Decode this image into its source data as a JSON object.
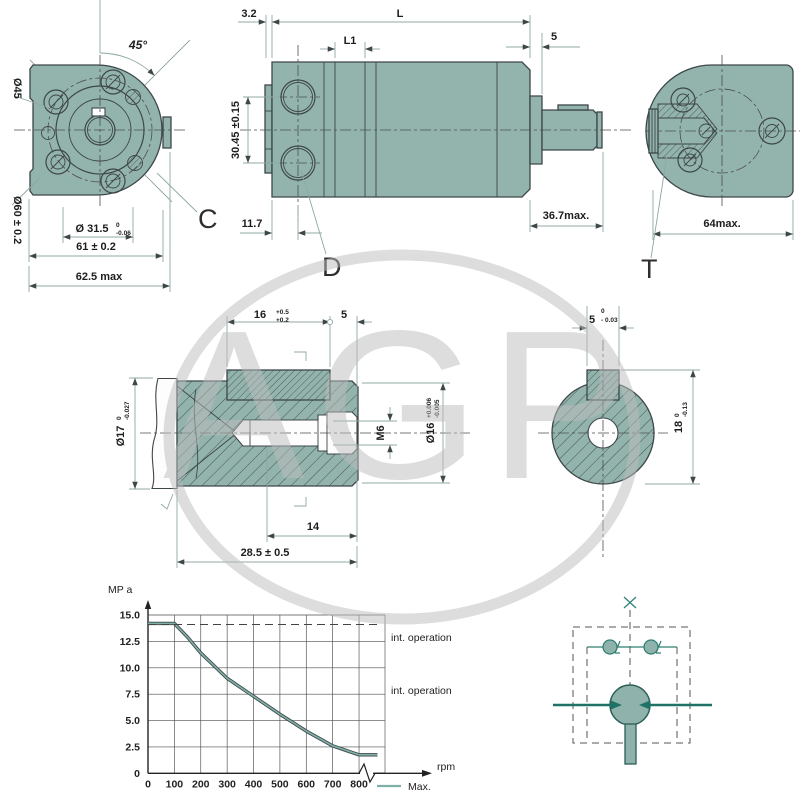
{
  "watermark": {
    "text": "AGP"
  },
  "views": {
    "front": {
      "label": "C",
      "angle": "45°",
      "dia45": "Ø45",
      "dia60": "Ø60 ± 0.2",
      "dia315": "Ø 31.5",
      "dia315_tol_hi": "0",
      "dia315_tol_lo": "-0.06",
      "w61": "61 ± 0.2",
      "w625": "62.5 max"
    },
    "side": {
      "label": "D",
      "t32": "3.2",
      "L": "L",
      "L1": "L1",
      "t5": "5",
      "ports": "30.45 ±0.15",
      "t117": "11.7",
      "t367": "36.7max."
    },
    "rear": {
      "label": "T",
      "w64": "64max."
    },
    "section": {
      "k16": "16",
      "k16_hi": "+0.5",
      "k16_lo": "+0.2",
      "k5": "5",
      "dia17": "Ø17",
      "dia17_hi": "0",
      "dia17_lo": "-0.027",
      "m6": "M6",
      "dia16": "Ø16",
      "dia16_hi": "+0.006",
      "dia16_lo": "-0.005",
      "t14": "14",
      "t285": "28.5 ± 0.5"
    },
    "xsec": {
      "k5": "5",
      "k5_hi": "0",
      "k5_lo": "- 0.03",
      "d18": "18",
      "d18_hi": "0",
      "d18_lo": "-0.13"
    }
  },
  "chart": {
    "ylabel": "MP a",
    "xlabel": "rpm",
    "legend_max": "Max.",
    "annotations": [
      "int. operation",
      "int. operation"
    ]
  },
  "chart_data": {
    "type": "line",
    "title": "",
    "xlabel": "rpm",
    "ylabel": "MP a",
    "xlim": [
      0,
      900
    ],
    "ylim": [
      0,
      15
    ],
    "grid": true,
    "x_ticks": [
      0,
      100,
      200,
      300,
      400,
      500,
      600,
      700,
      800
    ],
    "y_ticks": [
      0,
      2.5,
      5,
      7.5,
      10,
      12.5,
      15
    ],
    "series": [
      {
        "name": "Max.",
        "color": "#7fb0a7",
        "x": [
          0,
          100,
          150,
          200,
          300,
          400,
          500,
          600,
          700,
          800,
          870
        ],
        "values": [
          14.2,
          14.2,
          12.9,
          11.4,
          9.0,
          7.3,
          5.6,
          4.0,
          2.6,
          1.75,
          1.75
        ]
      },
      {
        "name": "int. operation limit",
        "color": "#444444",
        "style": "dashed",
        "x": [
          0,
          870
        ],
        "values": [
          14.1,
          14.1
        ]
      }
    ],
    "legend": [
      "Max."
    ],
    "legend_position": "bottom-right"
  }
}
